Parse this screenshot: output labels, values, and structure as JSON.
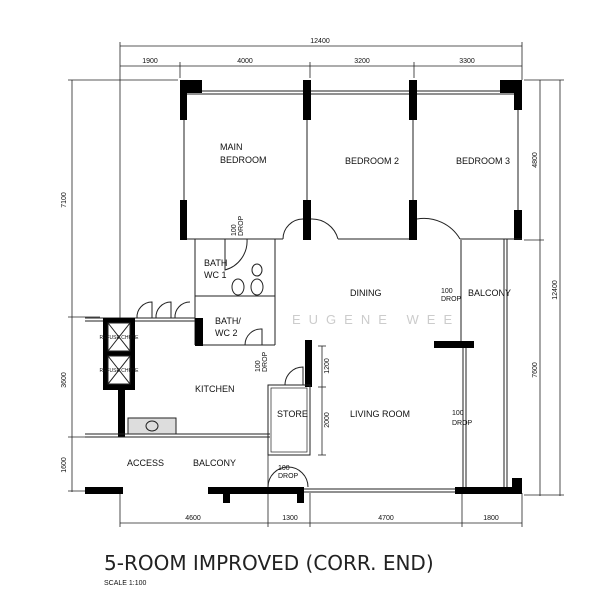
{
  "plan": {
    "title": "5-ROOM IMPROVED (CORR. END)",
    "scale": "SCALE  1:100",
    "watermark": "EUGENE WEE",
    "rooms": {
      "main_bedroom_1": "MAIN",
      "main_bedroom_2": "BEDROOM",
      "bedroom2": "BEDROOM 2",
      "bedroom3": "BEDROOM 3",
      "bath1_a": "BATH",
      "bath1_b": "WC 1",
      "bath2_a": "BATH/",
      "bath2_b": "WC 2",
      "dining": "DINING",
      "balcony": "BALCONY",
      "kitchen": "KITCHEN",
      "store": "STORE",
      "living": "LIVING ROOM",
      "access": "ACCESS",
      "access_balcony": "BALCONY",
      "refuse_chute_1": "REFUSE CHUTE",
      "refuse_chute_2": "REFUSE CHUTE"
    },
    "drops": {
      "value": "100",
      "label": "DROP"
    },
    "dimensions": {
      "top_total": "12400",
      "top": [
        "1900",
        "4000",
        "3200",
        "3300"
      ],
      "left": [
        "7100",
        "3600",
        "1600"
      ],
      "right_inner": [
        "4800",
        "7600"
      ],
      "right_total": "12400",
      "store": [
        "1200",
        "2000"
      ],
      "bottom": [
        "4600",
        "1300",
        "4700",
        "1800"
      ]
    }
  }
}
